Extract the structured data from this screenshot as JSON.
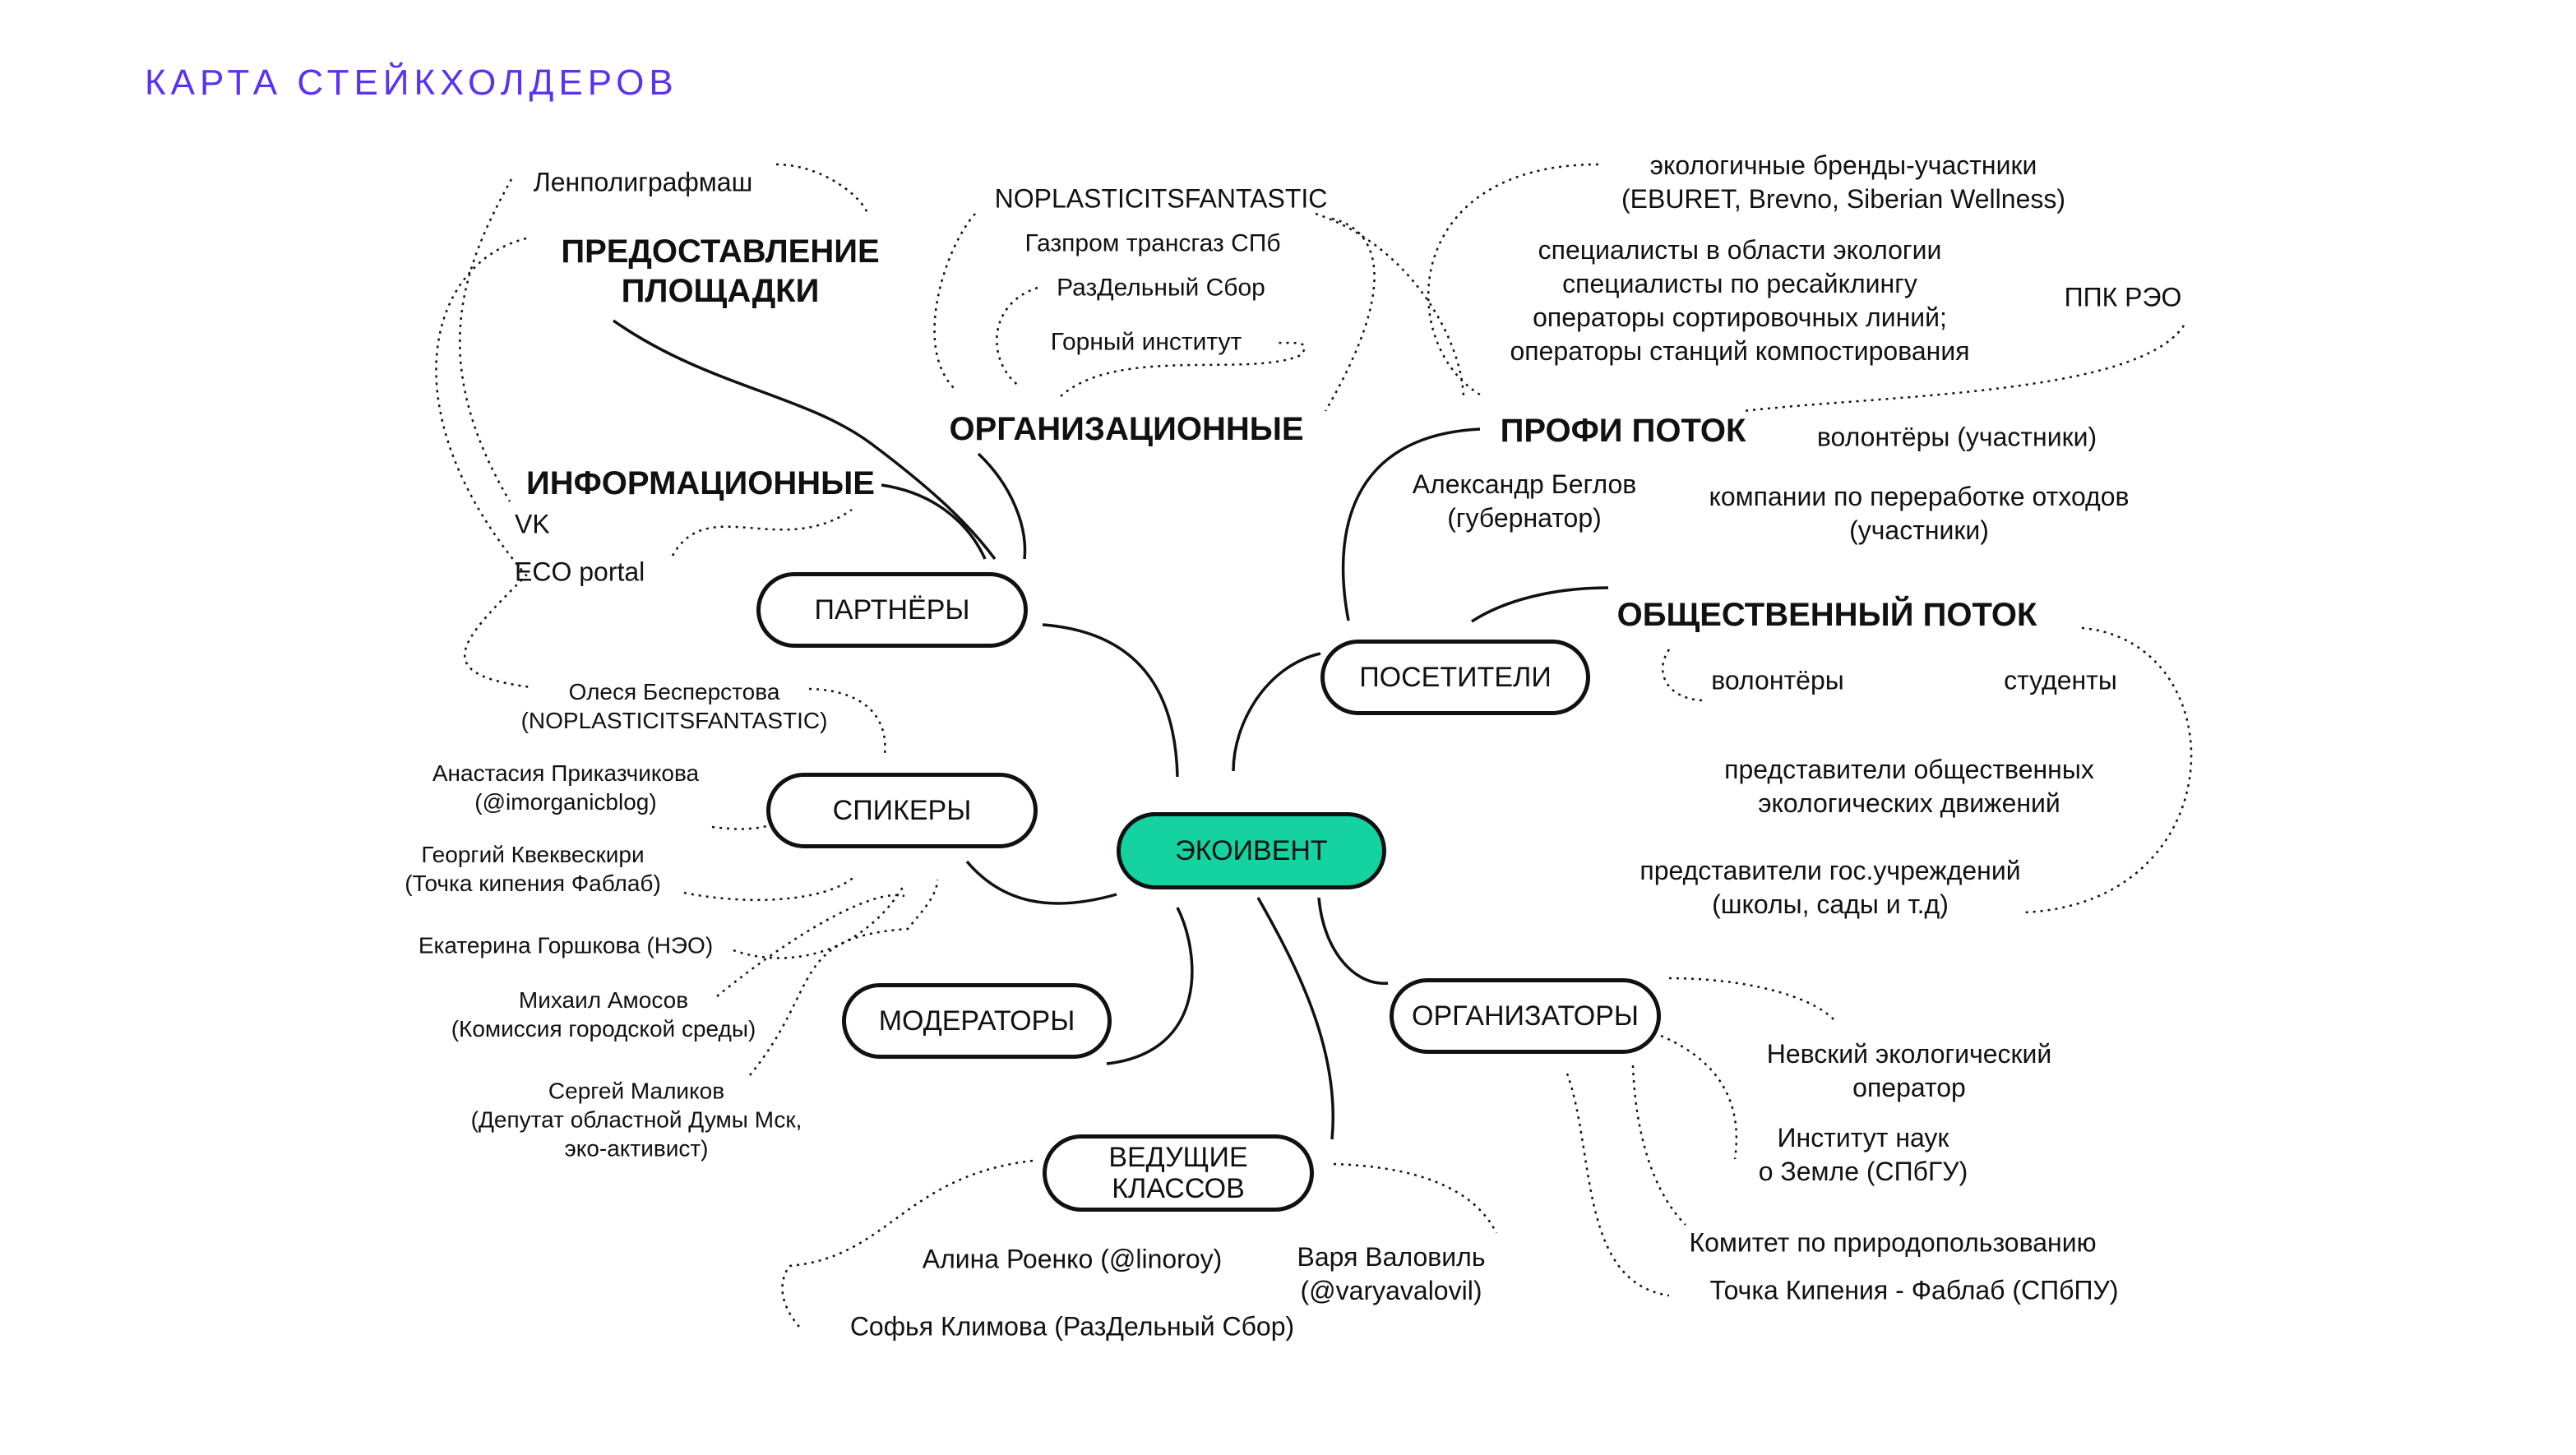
{
  "title": "КАРТА СТЕЙКХОЛДЕРОВ",
  "center": "ЭКОИВЕНТ",
  "colors": {
    "title": "#5a32f5",
    "center": "#14d3a1"
  },
  "nodes": {
    "partners": "ПАРТНЁРЫ",
    "speakers": "СПИКЕРЫ",
    "moderators": "МОДЕРАТОРЫ",
    "hosts": [
      "ВЕДУЩИЕ",
      "КЛАССОВ"
    ],
    "visitors": "ПОСЕТИТЕЛИ",
    "organizers": "ОРГАНИЗАТОРЫ"
  },
  "partners": {
    "venue": {
      "title": [
        "ПРЕДОСТАВЛЕНИЕ",
        "ПЛОЩАДКИ"
      ],
      "items": [
        "Ленполиграфмаш"
      ]
    },
    "info": {
      "title": "ИНФОРМАЦИОННЫЕ",
      "items": [
        "VK",
        "ECO portal"
      ]
    },
    "org": {
      "title": "ОРГАНИЗАЦИОННЫЕ",
      "items": [
        "NOPLASTICITSFANTASTIC",
        "Газпром трансгаз СПб",
        "РазДельный Сбор",
        "Горный институт"
      ]
    }
  },
  "speakers": [
    [
      "Олеся Бесперстова",
      "(NOPLASTICITSFANTASTIC)"
    ],
    [
      "Анастасия Приказчикова",
      "(@imorganicblog)"
    ],
    [
      "Георгий Квеквескири",
      "(Точка кипения Фаблаб)"
    ],
    [
      "Екатерина Горшкова (НЭО)"
    ],
    [
      "Михаил Амосов",
      "(Комиссия городской среды)"
    ],
    [
      "Сергей Маликов",
      "(Депутат областной Думы Мск,",
      "эко-активист)"
    ]
  ],
  "hosts": [
    "Алина Роенко (@linoroy)",
    "Варя Валовиль",
    "(@varyavalovil)",
    "Софья Климова (РазДельный Сбор)"
  ],
  "visitors": {
    "profi": {
      "title": "ПРОФИ ПОТОК",
      "brands": [
        "экологичные бренды-участники",
        "(EBURET, Brevno, Siberian Wellness)"
      ],
      "specialists": [
        "специалисты в области экологии",
        "специалисты по ресайклингу",
        "операторы сортировочных линий;",
        "операторы станций компостирования"
      ],
      "ppk": "ППК РЭО",
      "volunteers": "волонтёры (участники)",
      "governor": [
        "Александр Беглов",
        "(губернатор)"
      ],
      "companies": [
        "компании по переработке отходов",
        "(участники)"
      ]
    },
    "public": {
      "title": "ОБЩЕСТВЕННЫЙ ПОТОК",
      "volunteers": "волонтёры",
      "students": "студенты",
      "movements": [
        "представители общественных",
        "экологических движений"
      ],
      "gov": [
        "представители гос.учреждений",
        "(школы, сады и т.д)"
      ]
    }
  },
  "organizers": [
    [
      "Невский экологический",
      "оператор"
    ],
    [
      "Институт наук",
      "о Земле (СПбГУ)"
    ],
    [
      "Комитет по природопользованию"
    ],
    [
      "Точка Кипения - Фаблаб (СПбПУ)"
    ]
  ]
}
